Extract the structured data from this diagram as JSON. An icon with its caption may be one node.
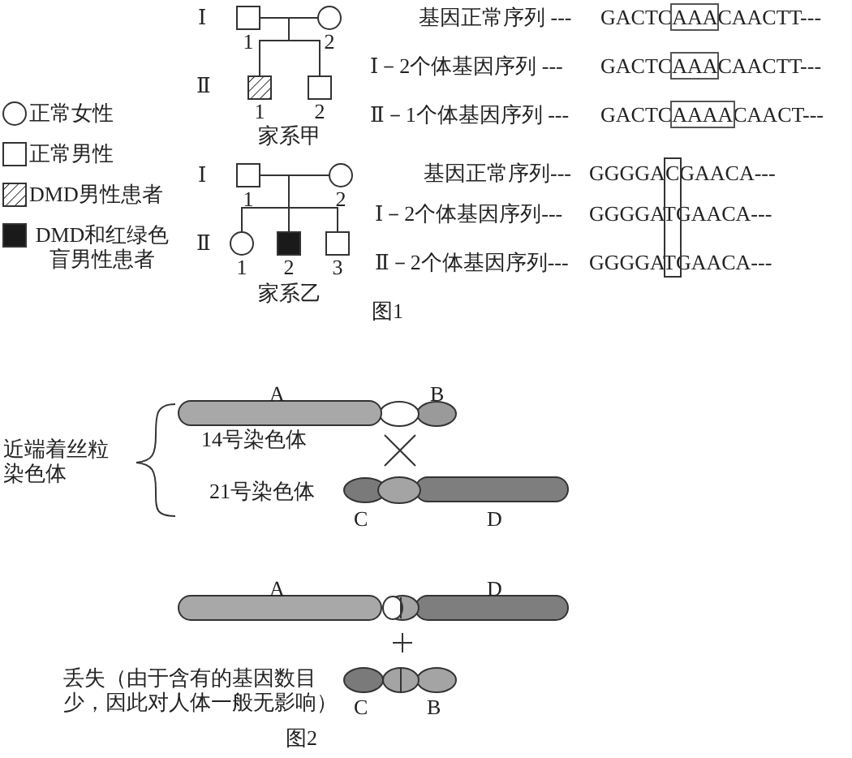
{
  "diagram": {
    "caption": "图1",
    "nodes": [
      {
        "text": [],
        "shape": "box",
        "beside": [
          "1"
        ]
      },
      {
        "text": [],
        "shape": "circle",
        "beside": [
          "2"
        ]
      },
      {
        "text": [],
        "shape": "box",
        "beside": [
          "1"
        ]
      },
      {
        "text": [],
        "shape": "box",
        "beside": [
          "2"
        ]
      },
      {
        "text": [],
        "shape": "box",
        "beside": [
          "1"
        ]
      },
      {
        "text": [],
        "shape": "circle",
        "beside": [
          "2"
        ]
      },
      {
        "text": [],
        "shape": "circle",
        "beside": [
          "1"
        ]
      },
      {
        "text": [],
        "shape": "box",
        "beside": [
          "2"
        ]
      },
      {
        "text": [],
        "shape": "box",
        "beside": [
          "3"
        ]
      }
    ],
    "edges": [
      {
        "from": 0,
        "to": 1,
        "arrow": "none"
      },
      {
        "from": 0,
        "to": 2,
        "arrow": "none"
      },
      {
        "from": 1,
        "to": 2,
        "arrow": "none"
      },
      {
        "from": 0,
        "to": 3,
        "arrow": "none"
      },
      {
        "from": 1,
        "to": 3,
        "arrow": "none"
      },
      {
        "from": 4,
        "to": 5,
        "arrow": "none"
      },
      {
        "from": 4,
        "to": 6,
        "arrow": "none"
      },
      {
        "from": 5,
        "to": 6,
        "arrow": "none"
      },
      {
        "from": 4,
        "to": 7,
        "arrow": "none"
      },
      {
        "from": 5,
        "to": 7,
        "arrow": "none"
      },
      {
        "from": 4,
        "to": 8,
        "arrow": "none"
      },
      {
        "from": 5,
        "to": 8,
        "arrow": "none"
      }
    ],
    "labels": [
      "Ⅰ",
      "基因正常序列 ---",
      "GACTCAAACAACTT---",
      "Ⅰ－2个体基因序列 ---",
      "GACTCAAACAACTT---",
      "Ⅱ",
      "Ⅱ－1个体基因序列 ---",
      "GACTCAAAACAACT---",
      "家系甲",
      "Ⅰ",
      "基因正常序列---",
      "GGGGACGAACA---",
      "Ⅰ－2个体基因序列---",
      "GGGGATGAACA---",
      "Ⅱ",
      "Ⅱ－2个体基因序列---",
      "GGGGATGAACA---",
      "家系乙",
      "A",
      "B",
      "14号染色体",
      "近端着丝粒染色体",
      "21号染色体",
      "C",
      "D",
      "A",
      "D",
      "丢失（由于含有的基因数目少，因此对人体一般无影响）",
      "C",
      "B",
      "图2"
    ],
    "legend": [
      {
        "text": "正常女性"
      },
      {
        "text": "正常男性"
      },
      {
        "text": "DMD男性患者"
      },
      {
        "text": "DMD和红绿色盲男性患者"
      }
    ]
  }
}
